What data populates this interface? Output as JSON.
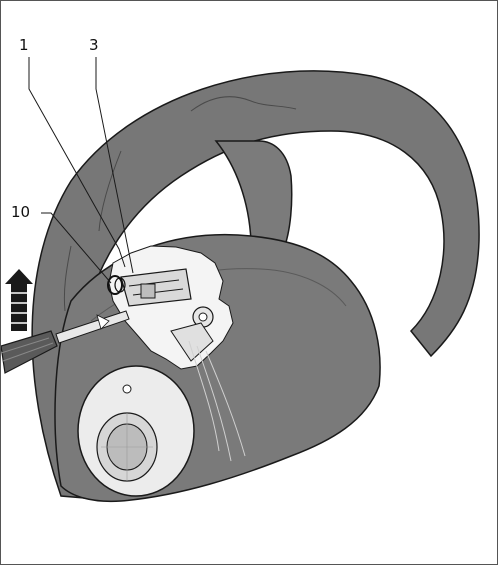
{
  "callouts": [
    {
      "id": "1",
      "label": "1"
    },
    {
      "id": "3",
      "label": "3"
    },
    {
      "id": "10",
      "label": "10"
    }
  ],
  "icons": [
    "steering-wheel-illustration",
    "screwdriver-icon",
    "up-arrow-icon"
  ],
  "colors": {
    "wheel_fill": "#7b7b7b",
    "wheel_rim_fill": "#6f6f6f",
    "hub_fill": "#e9e9e9",
    "outline": "#1a1a1a",
    "background": "#ffffff"
  }
}
